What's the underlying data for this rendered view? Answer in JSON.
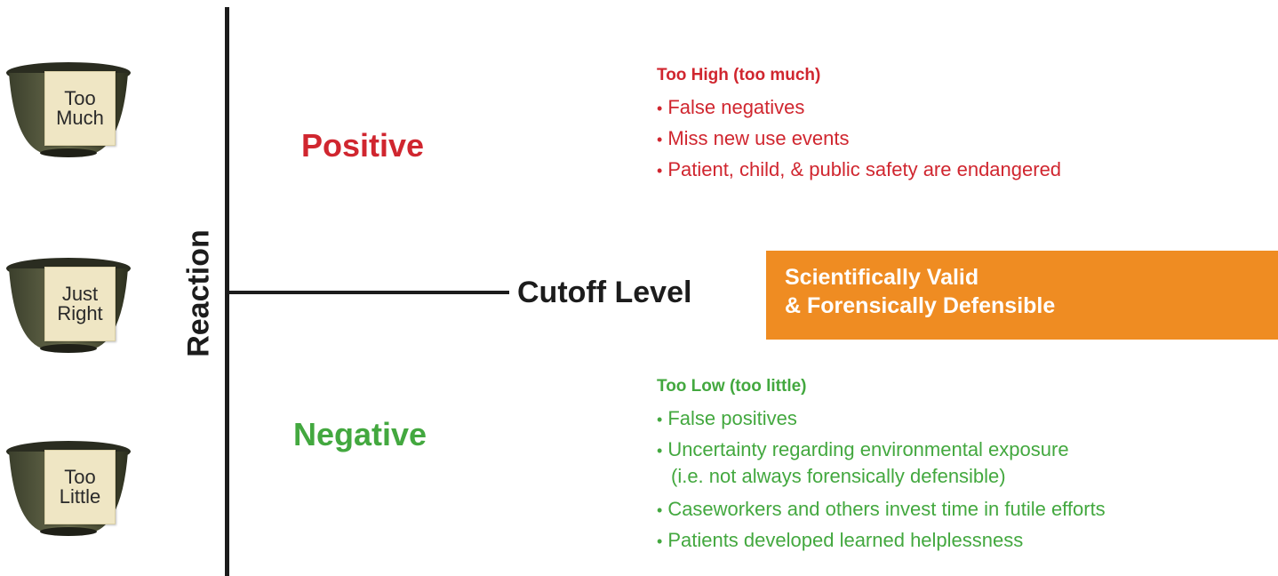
{
  "bowls": [
    {
      "line1": "Too",
      "line2": "Much"
    },
    {
      "line1": "Just",
      "line2": "Right"
    },
    {
      "line1": "Too",
      "line2": "Little"
    }
  ],
  "axis_label": "Reaction",
  "cutoff_label": "Cutoff Level",
  "positive_label": "Positive",
  "negative_label": "Negative",
  "highlight": {
    "line1": "Scientifically Valid",
    "line2": "& Forensically Defensible"
  },
  "too_high": {
    "title": "Too High (too much)",
    "items": [
      "False negatives",
      "Miss new use events",
      "Patient, child, & public safety are endangered"
    ]
  },
  "too_low": {
    "title": "Too Low (too little)",
    "items": [
      "False positives",
      "Uncertainty regarding environmental exposure",
      "(i.e. not always forensically defensible)",
      "Caseworkers and others invest time in futile efforts",
      "Patients developed learned helplessness"
    ]
  },
  "colors": {
    "positive": "#d0262f",
    "negative": "#43a83f",
    "highlight": "#ef8c22",
    "axis": "#1c1c1c"
  }
}
